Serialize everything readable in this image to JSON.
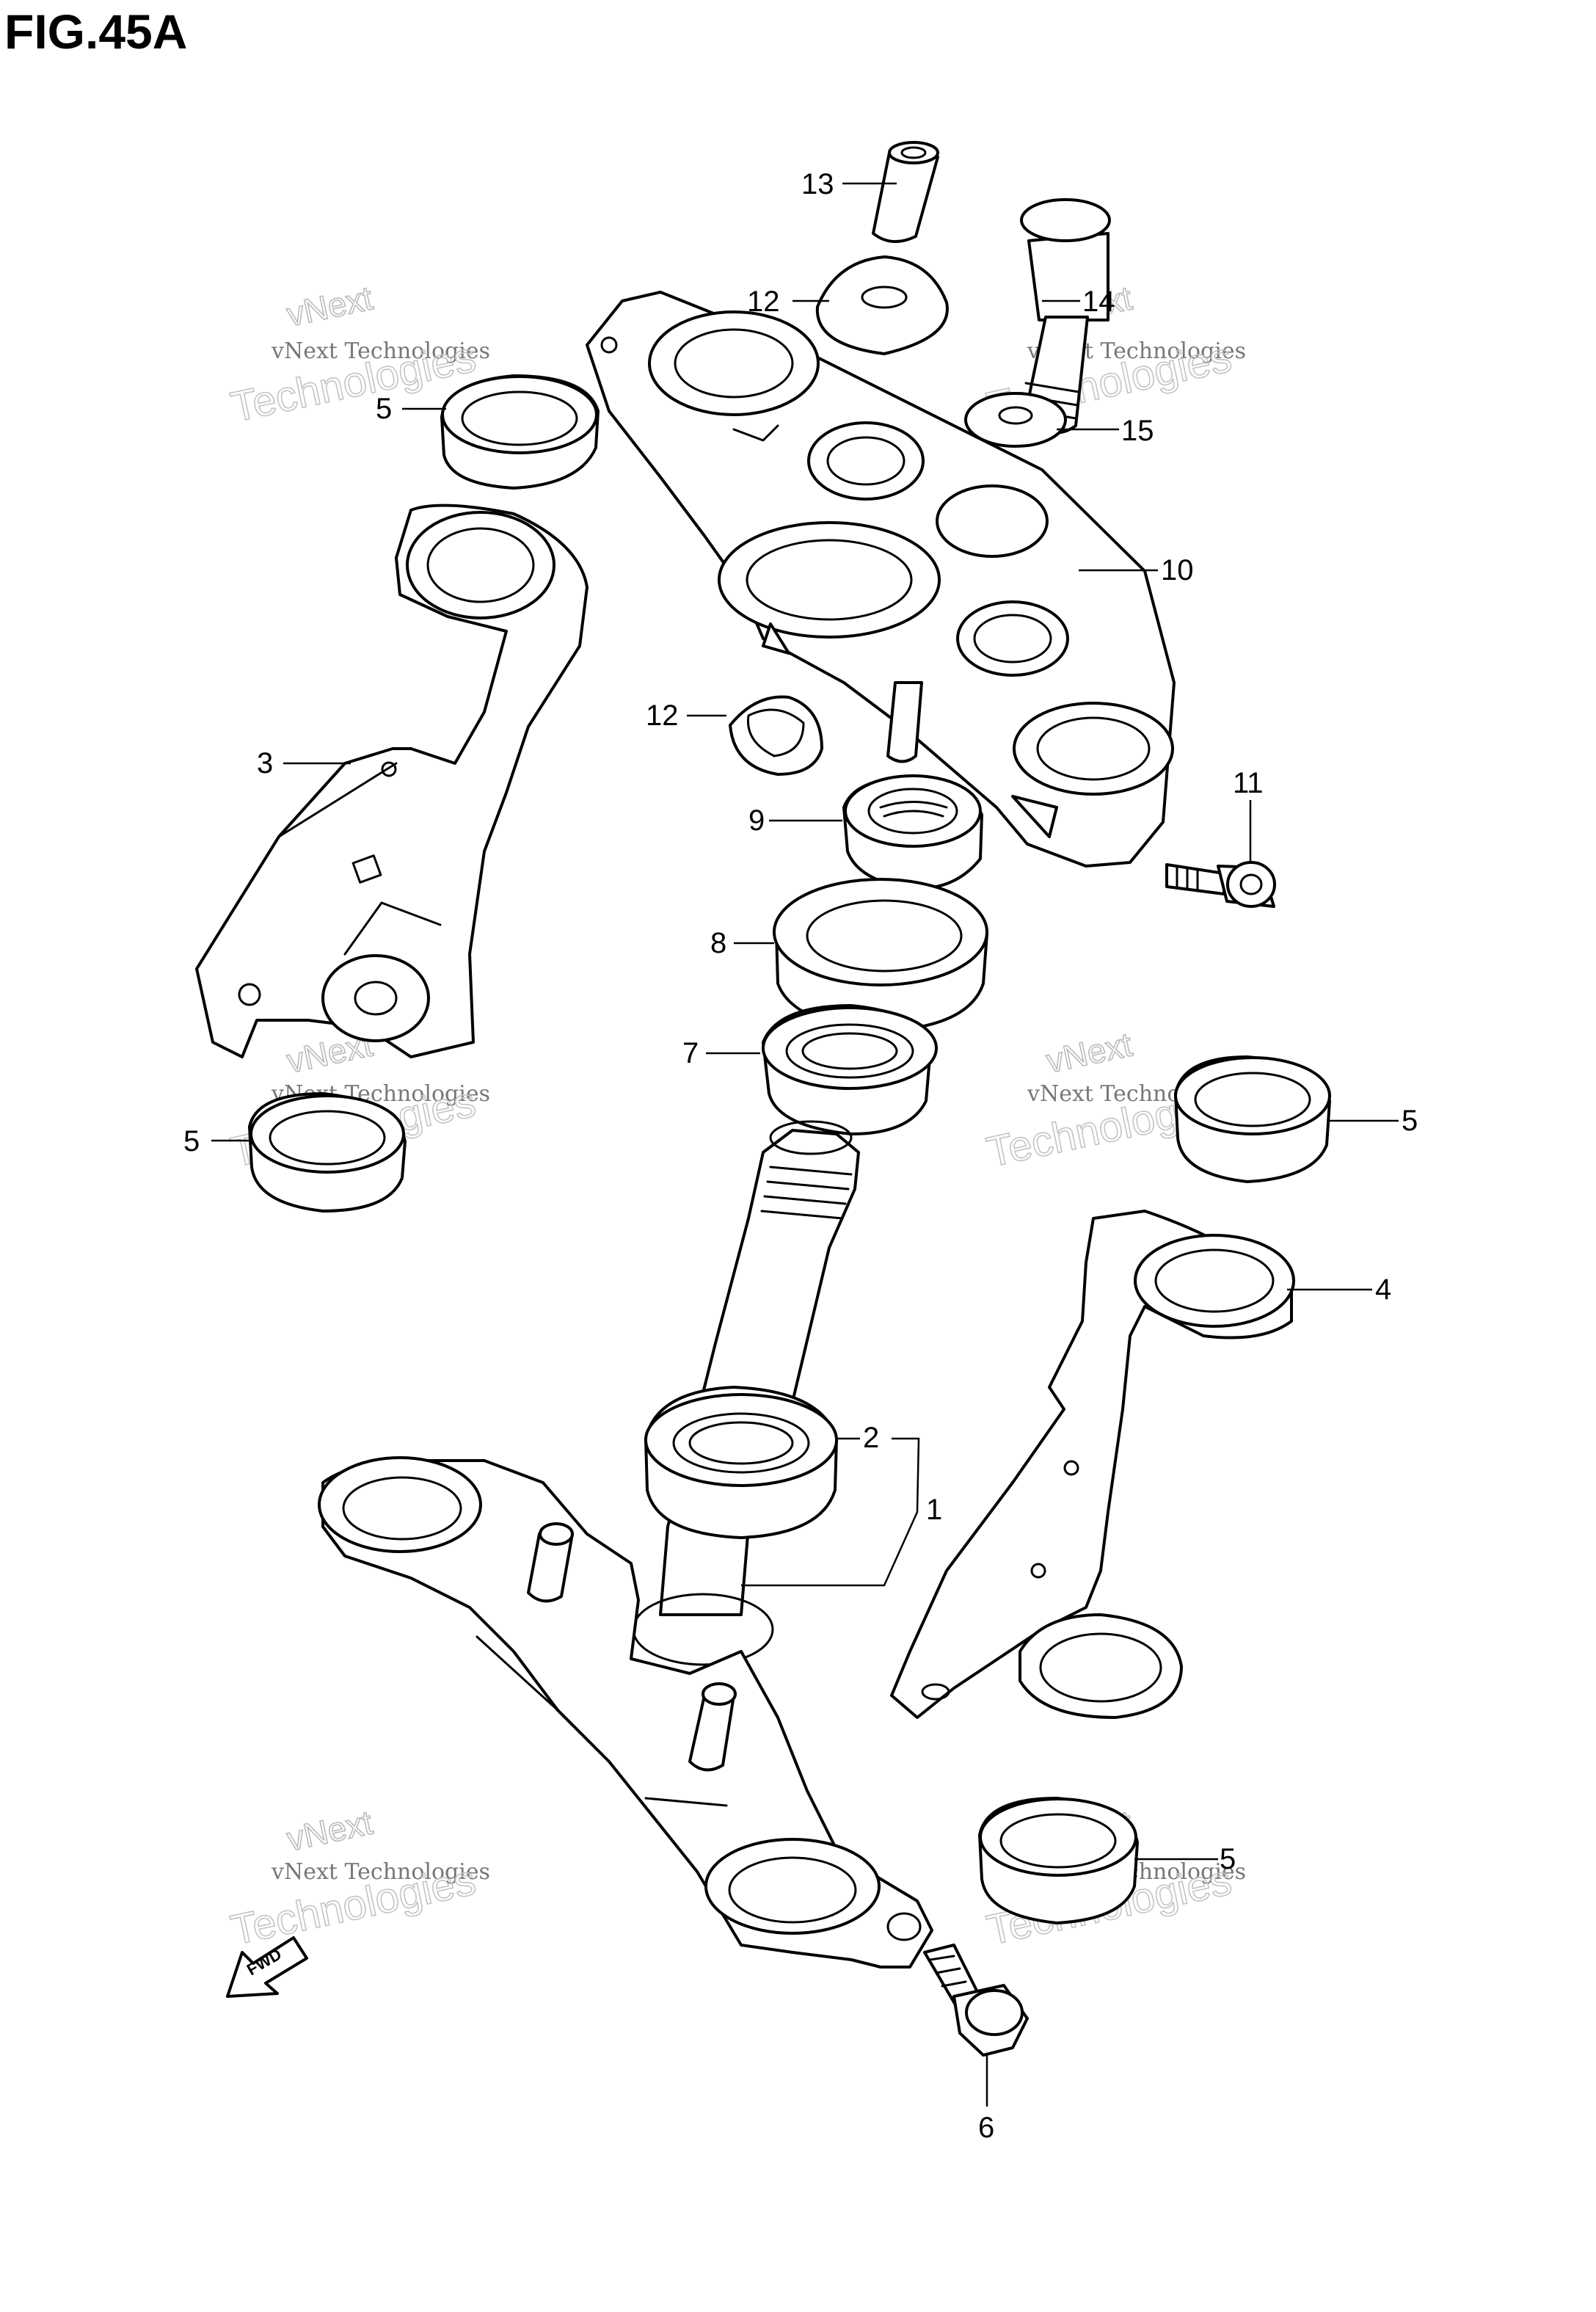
{
  "figure": {
    "title": "FIG.45A"
  },
  "callouts": [
    {
      "id": "c13",
      "label": "13"
    },
    {
      "id": "c12a",
      "label": "12"
    },
    {
      "id": "c14",
      "label": "14"
    },
    {
      "id": "c15",
      "label": "15"
    },
    {
      "id": "c10",
      "label": "10"
    },
    {
      "id": "c5a",
      "label": "5"
    },
    {
      "id": "c3",
      "label": "3"
    },
    {
      "id": "c12b",
      "label": "12"
    },
    {
      "id": "c11",
      "label": "11"
    },
    {
      "id": "c9",
      "label": "9"
    },
    {
      "id": "c8",
      "label": "8"
    },
    {
      "id": "c7",
      "label": "7"
    },
    {
      "id": "c5b",
      "label": "5"
    },
    {
      "id": "c5c",
      "label": "5"
    },
    {
      "id": "c4",
      "label": "4"
    },
    {
      "id": "c2",
      "label": "2"
    },
    {
      "id": "c1",
      "label": "1"
    },
    {
      "id": "c5d",
      "label": "5"
    },
    {
      "id": "c6",
      "label": "6"
    }
  ],
  "watermark": {
    "line1": "vNext Technologies",
    "line2": "vNext",
    "line3": "Technologies"
  },
  "fwd_label": "FWD",
  "colors": {
    "ink": "#000000",
    "paper": "#ffffff",
    "watermark": "#888888"
  }
}
